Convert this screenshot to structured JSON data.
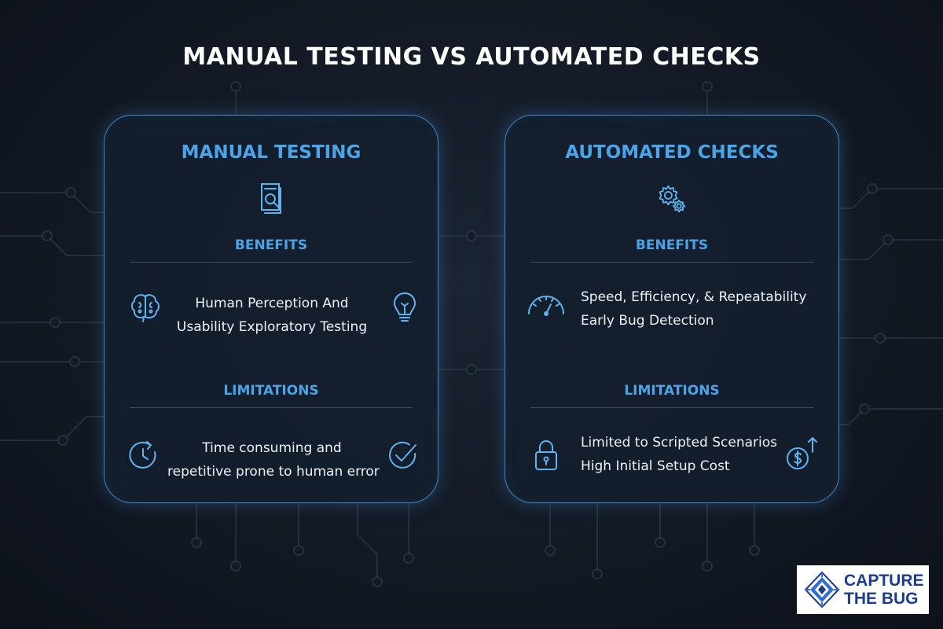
{
  "title": "MANUAL TESTING VS AUTOMATED CHECKS",
  "colors": {
    "background": "#131a25",
    "accent": "#4ba3e8",
    "card_border": "#3f86c4",
    "text": "#eef2f7",
    "logo": "#1d3d8c"
  },
  "cards": [
    {
      "title": "MANUAL TESTING",
      "icon": "document-search-icon",
      "benefits_label": "BENEFITS",
      "benefits_lines": [
        "Human Perception And",
        "Usability Exploratory Testing"
      ],
      "benefits_icons": [
        "brain-icon",
        "lightbulb-icon"
      ],
      "limitations_label": "LIMITATIONS",
      "limitations_lines": [
        "Time consuming and",
        "repetitive prone to human error"
      ],
      "limitations_icons": [
        "clock-icon",
        "check-circle-icon"
      ]
    },
    {
      "title": "AUTOMATED CHECKS",
      "icon": "gears-icon",
      "benefits_label": "BENEFITS",
      "benefits_lines": [
        "Speed, Efficiency, & Repeatability",
        "Early Bug Detection"
      ],
      "benefits_icons": [
        "speedometer-icon"
      ],
      "limitations_label": "LIMITATIONS",
      "limitations_lines": [
        "Limited to Scripted Scenarios",
        "High Initial Setup Cost"
      ],
      "limitations_icons": [
        "padlock-icon",
        "dollar-cost-icon"
      ]
    }
  ],
  "logo": {
    "line1": "CAPTURE",
    "line2": "THE BUG",
    "icon": "diamond-bug-logo-icon"
  }
}
